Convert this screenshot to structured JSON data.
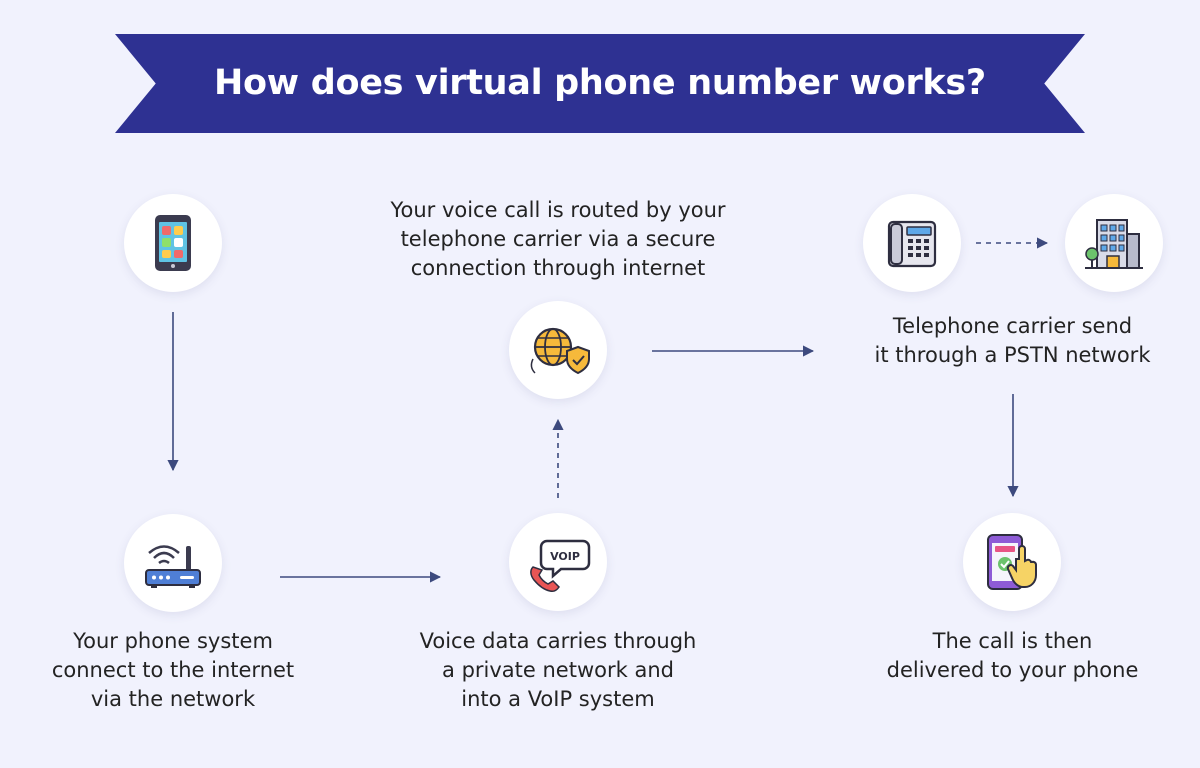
{
  "title": "How does virtual phone number works?",
  "colors": {
    "background": "#f1f2fd",
    "banner": "#2e3192",
    "arrow": "#3d4a7e",
    "node": "#ffffff"
  },
  "icons": {
    "mobile": "mobile-phone-icon",
    "router": "wifi-router-icon",
    "voip": "voip-call-icon",
    "secure_globe": "secure-globe-icon",
    "desk_phone": "desk-telephone-icon",
    "building": "office-building-icon",
    "tap_phone": "tap-phone-icon"
  },
  "steps": {
    "phone_system": {
      "lines": [
        "Your phone system",
        "connect to the internet",
        "via the network"
      ]
    },
    "voip": {
      "lines": [
        "Voice data carries through",
        "a private network and",
        "into a VoIP system"
      ],
      "icon_label": "VOIP"
    },
    "routed": {
      "lines": [
        "Your voice call is routed by your",
        "telephone carrier via a secure",
        "connection through internet"
      ]
    },
    "pstn": {
      "lines": [
        "Telephone carrier send",
        "it through a PSTN network"
      ]
    },
    "delivered": {
      "lines": [
        "The call is then",
        "delivered to your phone"
      ]
    }
  }
}
